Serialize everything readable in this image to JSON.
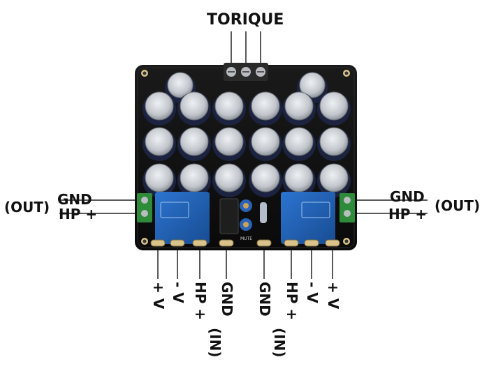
{
  "top_label": "TORIQUE",
  "left_labels": {
    "out": "(OUT)",
    "gnd": "GND",
    "hp": "HP +"
  },
  "right_labels": {
    "out": "(OUT)",
    "gnd": "GND",
    "hp": "HP +"
  },
  "bottom_labels": {
    "vplus_left": "+ V",
    "vminus_left": "- V",
    "hp_in_left": "HP +",
    "in_left": "(IN)",
    "gnd_left": "GND",
    "gnd_right": "GND",
    "hp_in_right": "HP +",
    "in_right": "(IN)",
    "vminus_right": "- V",
    "vplus_right": "+ V"
  },
  "board_silkscreen": {
    "mute": "MUTE"
  },
  "colors": {
    "board": "#111111",
    "terminal": "#2e8b3a",
    "relay": "#1f5fb5",
    "capacitor_sleeve": "#1c2340",
    "capacitor_top": "#c8ccd2"
  }
}
